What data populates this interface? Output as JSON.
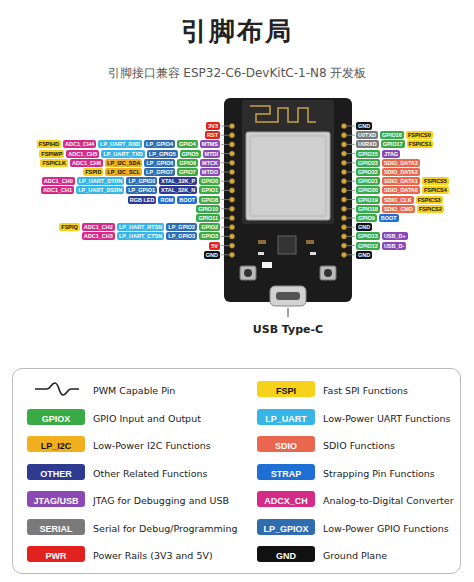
{
  "diagram": {
    "title": "引脚布局",
    "nodes": [
      {
        "text": [
          "3V3"
        ]
      },
      {
        "text": [
          "RST"
        ]
      },
      {
        "text": [
          "FSPIHD"
        ]
      },
      {
        "text": [
          "ADC1_CH4"
        ]
      },
      {
        "text": [
          "LP_UART_RXD"
        ]
      },
      {
        "text": [
          "LP_GPIO4"
        ]
      },
      {
        "text": [
          "GPIO4"
        ]
      },
      {
        "text": [
          "MTMS"
        ]
      },
      {
        "text": [
          "FSPIWP"
        ]
      },
      {
        "text": [
          "ADC1_CH5"
        ]
      },
      {
        "text": [
          "LP_UART_TXD"
        ]
      },
      {
        "text": [
          "LP_GPIO5"
        ]
      },
      {
        "text": [
          "GPIO5"
        ]
      },
      {
        "text": [
          "MTDI"
        ]
      },
      {
        "text": [
          "FSPICLK"
        ]
      },
      {
        "text": [
          "ADC1_CH6"
        ]
      },
      {
        "text": [
          "LP_I2C_SDA"
        ]
      },
      {
        "text": [
          "LP_GPIO6"
        ]
      },
      {
        "text": [
          "GPIO6"
        ]
      },
      {
        "text": [
          "MTCK"
        ]
      },
      {
        "text": [
          "FSPID"
        ]
      },
      {
        "text": [
          "LP_I2C_SCL"
        ]
      },
      {
        "text": [
          "LP_GPIO7"
        ]
      },
      {
        "text": [
          "GPIO7"
        ]
      },
      {
        "text": [
          "MTDO"
        ]
      },
      {
        "text": [
          "ADC1_CH0"
        ]
      },
      {
        "text": [
          "LP_UART_DTRN"
        ]
      },
      {
        "text": [
          "LP_GPIO0"
        ]
      },
      {
        "text": [
          "XTAL_32K_P"
        ]
      },
      {
        "text": [
          "GPIO0"
        ]
      },
      {
        "text": [
          "ADC1_CH1"
        ]
      },
      {
        "text": [
          "LP_UART_DSRN"
        ]
      },
      {
        "text": [
          "LP_GPIO1"
        ]
      },
      {
        "text": [
          "XTAL_32K_N"
        ]
      },
      {
        "text": [
          "GPIO1"
        ]
      },
      {
        "text": [
          "RGB LED"
        ]
      },
      {
        "text": [
          "ROM"
        ]
      },
      {
        "text": [
          "BOOT"
        ]
      },
      {
        "text": [
          "GPIO8"
        ]
      },
      {
        "text": [
          "GPIO10"
        ]
      },
      {
        "text": [
          "GPIO11"
        ]
      },
      {
        "text": [
          "FSPIQ"
        ]
      },
      {
        "text": [
          "ADC1_CH2"
        ]
      },
      {
        "text": [
          "LP_UART_RTSN"
        ]
      },
      {
        "text": [
          "LP_GPIO2"
        ]
      },
      {
        "text": [
          "GPIO2"
        ]
      },
      {
        "text": [
          "ADC1_CH3"
        ]
      },
      {
        "text": [
          "LP_UART_CTSN"
        ]
      },
      {
        "text": [
          "LP_GPIO3"
        ]
      },
      {
        "text": [
          "GPIO3"
        ]
      },
      {
        "text": [
          "5V"
        ]
      },
      {
        "text": [
          "GND"
        ]
      },
      {
        "text": [
          "GND"
        ]
      },
      {
        "text": [
          "U0TXD"
        ]
      },
      {
        "text": [
          "GPIO16"
        ]
      },
      {
        "text": [
          "FSPICS0"
        ]
      },
      {
        "text": [
          "U0RXD"
        ]
      },
      {
        "text": [
          "GPIO17"
        ]
      },
      {
        "text": [
          "FSPICS1"
        ]
      },
      {
        "text": [
          "GPIO15"
        ]
      },
      {
        "text": [
          "JTAG"
        ]
      },
      {
        "text": [
          "GPIO23"
        ]
      },
      {
        "text": [
          "SDIO_DATA3"
        ]
      },
      {
        "text": [
          "GPIO22"
        ]
      },
      {
        "text": [
          "SDIO_DATA2"
        ]
      },
      {
        "text": [
          "GPIO21"
        ]
      },
      {
        "text": [
          "SDIO_DATA1"
        ]
      },
      {
        "text": [
          "FSPICS5"
        ]
      },
      {
        "text": [
          "GPIO20"
        ]
      },
      {
        "text": [
          "SDIO_DATA0"
        ]
      },
      {
        "text": [
          "FSPICS4"
        ]
      },
      {
        "text": [
          "GPIO19"
        ]
      },
      {
        "text": [
          "SDIO_CLK"
        ]
      },
      {
        "text": [
          "FSPICS3"
        ]
      },
      {
        "text": [
          "GPIO18"
        ]
      },
      {
        "text": [
          "SDIO_CMD"
        ]
      },
      {
        "text": [
          "FSPICS2"
        ]
      },
      {
        "text": [
          "GPIO9"
        ]
      },
      {
        "text": [
          "BOOT"
        ]
      },
      {
        "text": [
          "GND"
        ]
      },
      {
        "text": [
          "GPIO13"
        ]
      },
      {
        "text": [
          "USB_D+"
        ]
      },
      {
        "text": [
          "GPIO12"
        ]
      },
      {
        "text": [
          "USB_D-"
        ]
      },
      {
        "text": [
          "GND"
        ]
      }
    ],
    "labels": [
      "引脚接口兼容 ESP32-C6-DevKitC-1-N8 开发板",
      "USB Type-C",
      "FSPI",
      "GPIOX",
      "LP_UART",
      "LP_I2C",
      "SDIO",
      "OTHER",
      "STRAP",
      "JTAG/USB",
      "ADCX_CH",
      "SERIAL",
      "LP_GPIOX",
      "PWR",
      "GND"
    ],
    "legend": [
      {
        "text": "PWM Capable Pin"
      },
      {
        "text": "Fast SPI Functions",
        "color": "#f6d21a"
      },
      {
        "text": "GPIO Input and Output",
        "color": "#3aaa47"
      },
      {
        "text": "Low-Power UART Functions",
        "color": "#37b5e6"
      },
      {
        "text": "Low-Power I2C Functions",
        "color": "#f2b01e"
      },
      {
        "text": "SDIO Functions",
        "color": "#e9674e"
      },
      {
        "text": "Other Related Functions",
        "color": "#2e3990"
      },
      {
        "text": "Strapping Pin Functions",
        "color": "#1d6fd3"
      },
      {
        "text": "JTAG for Debugging and USB",
        "color": "#8c48b4"
      },
      {
        "text": "Analog-to-Digital Converter",
        "color": "#d52a88"
      },
      {
        "text": "Serial for Debug/Programming",
        "color": "#7a7a7a"
      },
      {
        "text": "Low-Power GPIO Functions",
        "color": "#2f6db0"
      },
      {
        "text": "Power Rails (3V3 and 5V)",
        "color": "#e3211f"
      },
      {
        "text": "Ground Plane",
        "color": "#111111"
      }
    ]
  }
}
